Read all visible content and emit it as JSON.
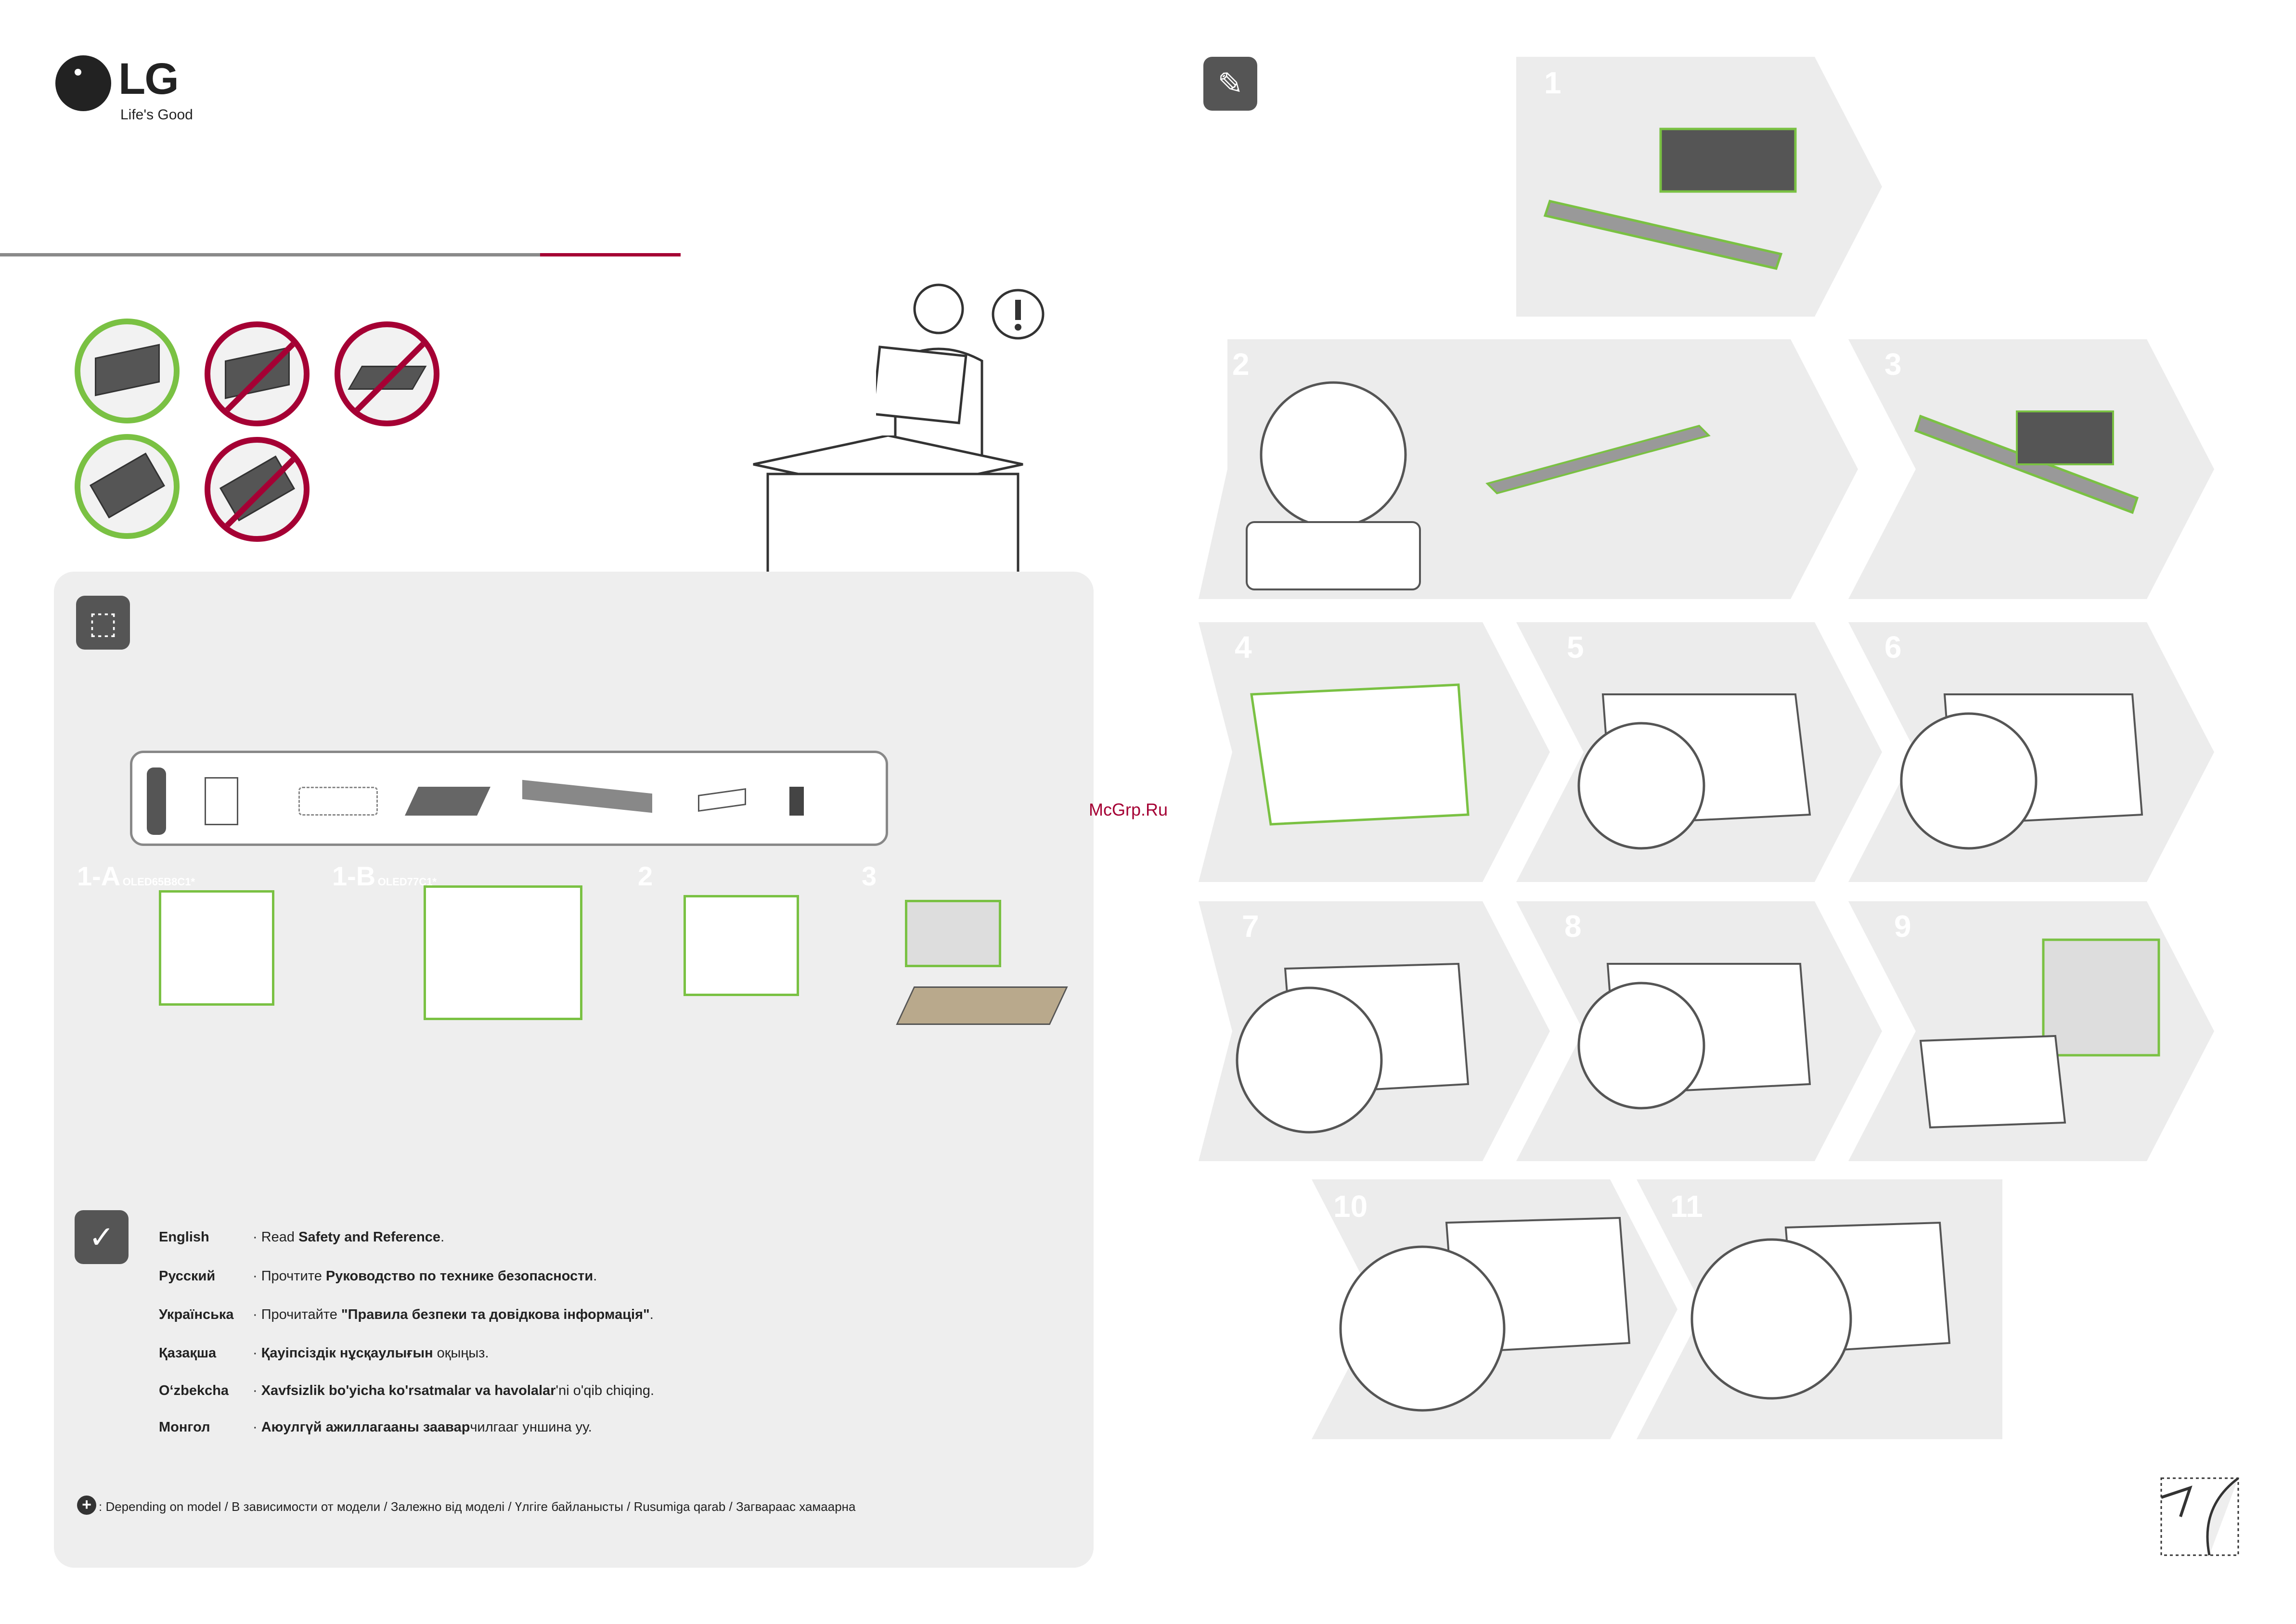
{
  "brand": {
    "logo_text": "LG",
    "tagline": "Life's Good"
  },
  "steps_left": [
    {
      "label": "1-A",
      "model": "OLED65B8C1*"
    },
    {
      "label": "1-B",
      "model": "OLED77C1*"
    },
    {
      "label": "2"
    },
    {
      "label": "3"
    }
  ],
  "safety": [
    {
      "language": "English",
      "text_prefix": "· Read ",
      "text_bold": "Safety and Reference",
      "text_suffix": "."
    },
    {
      "language": "Русский",
      "text_prefix": "· Прочтите ",
      "text_bold": "Руководство по технике безопасности",
      "text_suffix": "."
    },
    {
      "language": "Українська",
      "text_prefix": "· Прочитайте ",
      "text_bold": "\"Правила безпеки та довідкова інформація\"",
      "text_suffix": "."
    },
    {
      "language": "Қазақша",
      "text_prefix": "· ",
      "text_bold": "Қауіпсіздік нұсқаулығын",
      "text_suffix": " оқыңыз."
    },
    {
      "language": "O‘zbekcha",
      "text_prefix": "· ",
      "text_bold": "Xavfsizlik bo'yicha ko'rsatmalar va havolalar",
      "text_suffix": "'ni  o'qib chiqing."
    },
    {
      "language": "Монгол",
      "text_prefix": "· ",
      "text_bold": "Аюулгүй ажиллагааны заавар",
      "text_suffix": "чилгааг уншина уу."
    }
  ],
  "footnote": ": Depending on model / В зависимости от модели / Залежно від моделі / Үлгіге байланысты / Rusumiga qarab / Загвараас хамаарна",
  "steps_right": [
    "1",
    "2",
    "3",
    "4",
    "5",
    "6",
    "7",
    "8",
    "9",
    "10",
    "11"
  ],
  "watermark": "McGrp.Ru",
  "colors": {
    "green": "#7ac143",
    "red": "#a50034",
    "panel": "#eeeeee",
    "chevron": "#ececec",
    "dark": "#555555"
  }
}
